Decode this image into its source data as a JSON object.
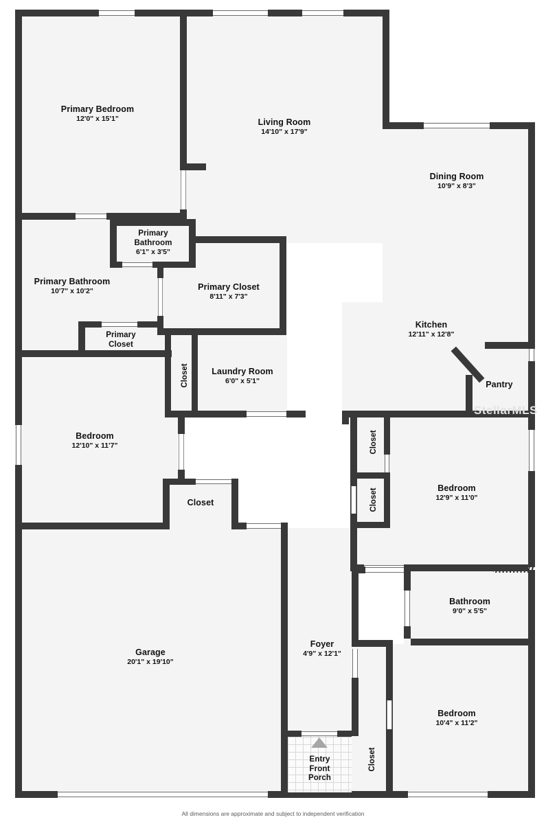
{
  "document": {
    "type": "floor-plan",
    "watermark": "StellarMLS",
    "footer_note": "All dimensions are approximate and subject to independent verification"
  },
  "colors": {
    "wall": "#393939",
    "room_fill": "#f4f4f4",
    "page_background": "#ffffff",
    "text": "#111111",
    "watermark": "#e3e3e3",
    "entry_arrow": "#a6a6a6"
  },
  "rooms": [
    {
      "id": "primary-bedroom",
      "name": "Primary Bedroom",
      "dimensions": "12'0\" x 15'1\""
    },
    {
      "id": "living-room",
      "name": "Living Room",
      "dimensions": "14'10\" x 17'9\""
    },
    {
      "id": "dining-room",
      "name": "Dining Room",
      "dimensions": "10'9\" x 8'3\""
    },
    {
      "id": "primary-bathroom-small",
      "name": "Primary Bathroom",
      "dimensions": "6'1\" x 3'5\""
    },
    {
      "id": "primary-bathroom",
      "name": "Primary Bathroom",
      "dimensions": "10'7\" x 10'2\""
    },
    {
      "id": "primary-closet-large",
      "name": "Primary Closet",
      "dimensions": "8'11\" x 7'3\""
    },
    {
      "id": "primary-closet-small",
      "name": "Primary Closet",
      "dimensions": ""
    },
    {
      "id": "laundry-room",
      "name": "Laundry Room",
      "dimensions": "6'0\" x 5'1\""
    },
    {
      "id": "kitchen",
      "name": "Kitchen",
      "dimensions": "12'11\" x 12'8\""
    },
    {
      "id": "pantry",
      "name": "Pantry",
      "dimensions": ""
    },
    {
      "id": "bedroom-left",
      "name": "Bedroom",
      "dimensions": "12'10\" x 11'7\""
    },
    {
      "id": "bedroom-right-upper",
      "name": "Bedroom",
      "dimensions": "12'9\" x 11'0\""
    },
    {
      "id": "bathroom",
      "name": "Bathroom",
      "dimensions": "9'0\" x 5'5\""
    },
    {
      "id": "bedroom-right-lower",
      "name": "Bedroom",
      "dimensions": "10'4\" x 11'2\""
    },
    {
      "id": "garage",
      "name": "Garage",
      "dimensions": "20'1\" x 19'10\""
    },
    {
      "id": "foyer",
      "name": "Foyer",
      "dimensions": "4'9\" x 12'1\""
    },
    {
      "id": "entry-front-porch",
      "name": "Entry\nFront\nPorch",
      "dimensions": ""
    },
    {
      "id": "closet-hall-vert",
      "name": "Closet",
      "dimensions": ""
    },
    {
      "id": "closet-bedroom-left",
      "name": "Closet",
      "dimensions": ""
    },
    {
      "id": "closet-right-upper",
      "name": "Closet",
      "dimensions": ""
    },
    {
      "id": "closet-right-lower",
      "name": "Closet",
      "dimensions": ""
    },
    {
      "id": "closet-foyer",
      "name": "Closet",
      "dimensions": ""
    }
  ],
  "labels": {
    "primary_bedroom_name": "Primary Bedroom",
    "primary_bedroom_dim": "12'0\" x 15'1\"",
    "living_room_name": "Living Room",
    "living_room_dim": "14'10\" x 17'9\"",
    "dining_room_name": "Dining Room",
    "dining_room_dim": "10'9\" x 8'3\"",
    "primary_bath_small_l1": "Primary",
    "primary_bath_small_l2": "Bathroom",
    "primary_bath_small_dim": "6'1\" x 3'5\"",
    "primary_bath_name": "Primary Bathroom",
    "primary_bath_dim": "10'7\" x 10'2\"",
    "primary_closet_name": "Primary Closet",
    "primary_closet_dim": "8'11\" x 7'3\"",
    "primary_closet_small_l1": "Primary",
    "primary_closet_small_l2": "Closet",
    "laundry_name": "Laundry Room",
    "laundry_dim": "6'0\" x 5'1\"",
    "kitchen_name": "Kitchen",
    "kitchen_dim": "12'11\" x 12'8\"",
    "pantry_name": "Pantry",
    "bedroom_left_name": "Bedroom",
    "bedroom_left_dim": "12'10\" x 11'7\"",
    "bedroom_ru_name": "Bedroom",
    "bedroom_ru_dim": "12'9\" x 11'0\"",
    "bathroom_name": "Bathroom",
    "bathroom_dim": "9'0\" x 5'5\"",
    "bedroom_rl_name": "Bedroom",
    "bedroom_rl_dim": "10'4\" x 11'2\"",
    "garage_name": "Garage",
    "garage_dim": "20'1\" x 19'10\"",
    "foyer_name": "Foyer",
    "foyer_dim": "4'9\" x 12'1\"",
    "porch_l1": "Entry",
    "porch_l2": "Front",
    "porch_l3": "Porch",
    "closet": "Closet"
  }
}
